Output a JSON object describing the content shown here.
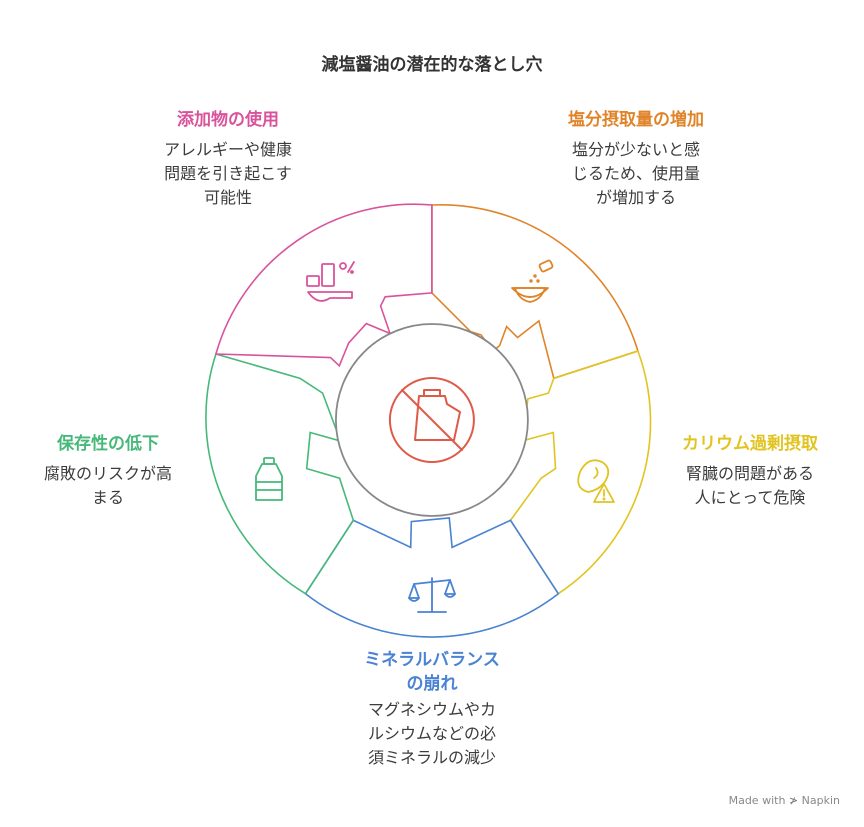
{
  "title": "減塩醤油の潜在的な落とし穴",
  "center_icon": "no-soy-sauce-bottle-icon",
  "colors": {
    "orange": "#e0842a",
    "yellow": "#e1c422",
    "blue": "#4a82d4",
    "green": "#46b97a",
    "pink": "#d9539c",
    "center_stroke": "#888888",
    "center_icon": "#e05a4a"
  },
  "segments": {
    "salt": {
      "heading": "塩分摂取量の増加",
      "desc": [
        "塩分が少ないと感",
        "じるため、使用量",
        "が増加する"
      ],
      "icon": "salt-bowl-icon"
    },
    "potassium": {
      "heading": "カリウム過剰摂取",
      "desc": [
        "腎臓の問題がある",
        "人にとって危険"
      ],
      "icon": "kidney-warning-icon"
    },
    "mineral": {
      "heading": [
        "ミネラルバランス",
        "の崩れ"
      ],
      "desc": [
        "マグネシウムやカ",
        "ルシウムなどの必",
        "須ミネラルの減少"
      ],
      "icon": "balance-scale-icon"
    },
    "preservation": {
      "heading": "保存性の低下",
      "desc": [
        "腐敗のリスクが高",
        "まる"
      ],
      "icon": "bottle-icon"
    },
    "additives": {
      "heading": "添加物の使用",
      "desc": [
        "アレルギーや健康",
        "問題を引き起こす",
        "可能性"
      ],
      "icon": "additive-measure-icon"
    }
  },
  "footer": {
    "text": "Made with",
    "brand": "Napkin"
  }
}
